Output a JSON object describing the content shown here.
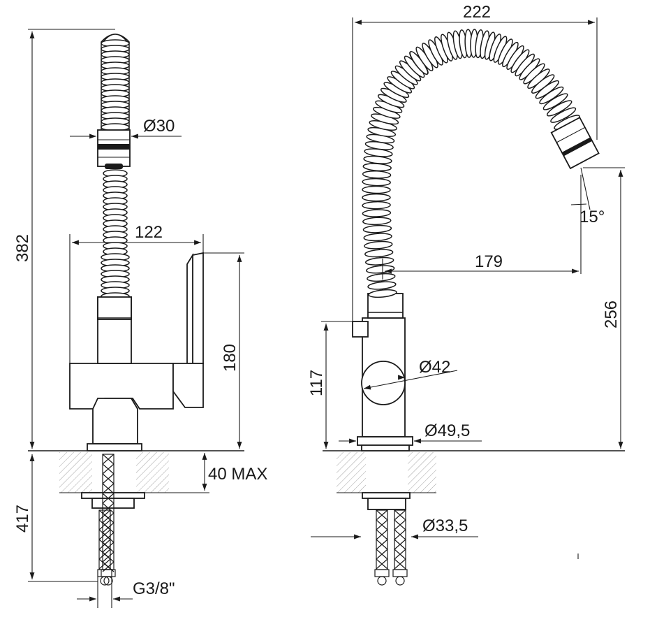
{
  "dimensions": {
    "left_view": {
      "total_height": "382",
      "spray_diameter": "Ø30",
      "lever_width": "122",
      "body_height": "180",
      "deck_thickness": "40 MAX",
      "hose_length": "417",
      "thread": "G3/8\""
    },
    "right_view": {
      "overall_reach": "222",
      "spout_reach": "179",
      "spray_angle": "15°",
      "spout_height": "256",
      "lever_height": "117",
      "lever_diameter": "Ø42",
      "base_diameter": "Ø49,5",
      "shank_diameter": "Ø33,5"
    }
  }
}
